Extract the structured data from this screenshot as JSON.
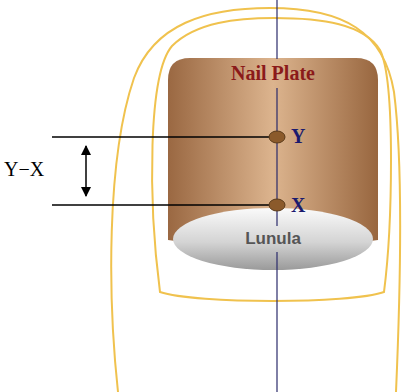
{
  "diagram": {
    "nodes": [
      {
        "text": [
          "Nail Plate"
        ]
      },
      {
        "text": [
          "Lunula"
        ]
      }
    ],
    "labels": [
      "Y",
      "X",
      "Y−X"
    ]
  }
}
